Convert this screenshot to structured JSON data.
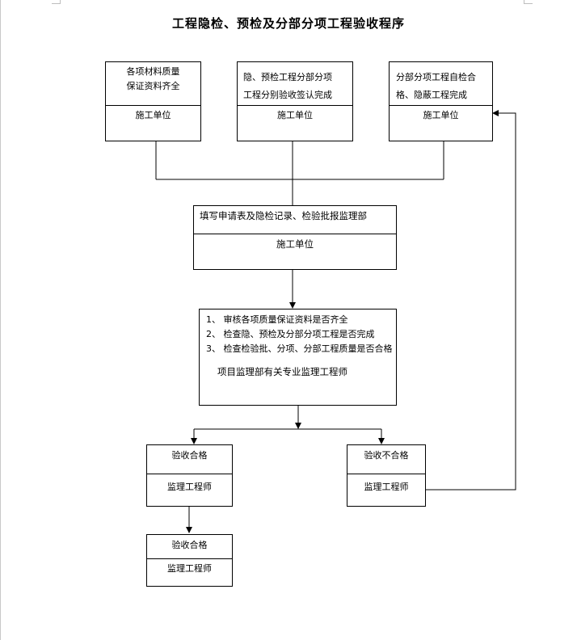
{
  "title": "工程隐检、预检及分部分项工程验收程序",
  "box1": {
    "lines": [
      "各项材料质量",
      "保证资料齐全"
    ],
    "unit": "施工单位"
  },
  "box2": {
    "lines": [
      "隐、预检工程分部分项",
      "工程分别验收签认完成"
    ],
    "unit": "施工单位"
  },
  "box3": {
    "lines": [
      "分部分项工程自检合",
      "格、隐蔽工程完成"
    ],
    "unit": "施工单位"
  },
  "box4": {
    "text": "填写申请表及隐检记录、检验批报监理部",
    "unit": "施工单位"
  },
  "box5": {
    "items": [
      "1、 审核各项质量保证资料是否齐全",
      "2、 检查隐、预检及分部分项工程是否完成",
      "3、 检查检验批、分项、分部工程质量是否合格"
    ],
    "role": "项目监理部有关专业监理工程师"
  },
  "box6": {
    "status": "验收合格",
    "role": "监理工程师"
  },
  "box7": {
    "status": "验收不合格",
    "role": "监理工程师"
  },
  "box8": {
    "status": "验收合格",
    "role": "监理工程师"
  }
}
